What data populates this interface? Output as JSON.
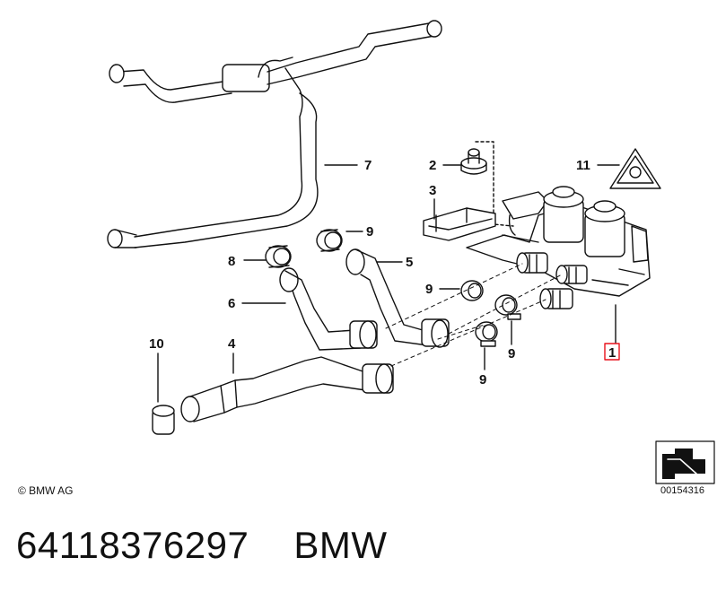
{
  "callouts": {
    "c1": "1",
    "c2": "2",
    "c3": "3",
    "c4": "4",
    "c5": "5",
    "c6": "6",
    "c7": "7",
    "c8": "8",
    "c9a": "9",
    "c9b": "9",
    "c9c": "9",
    "c9d": "9",
    "c10": "10",
    "c11": "11"
  },
  "copyright": "© BMW AG",
  "image_ref": "00154316",
  "footer": {
    "part_number": "64118376297",
    "brand": "BMW"
  },
  "colors": {
    "line": "#111111",
    "highlight": "#e8111b"
  }
}
